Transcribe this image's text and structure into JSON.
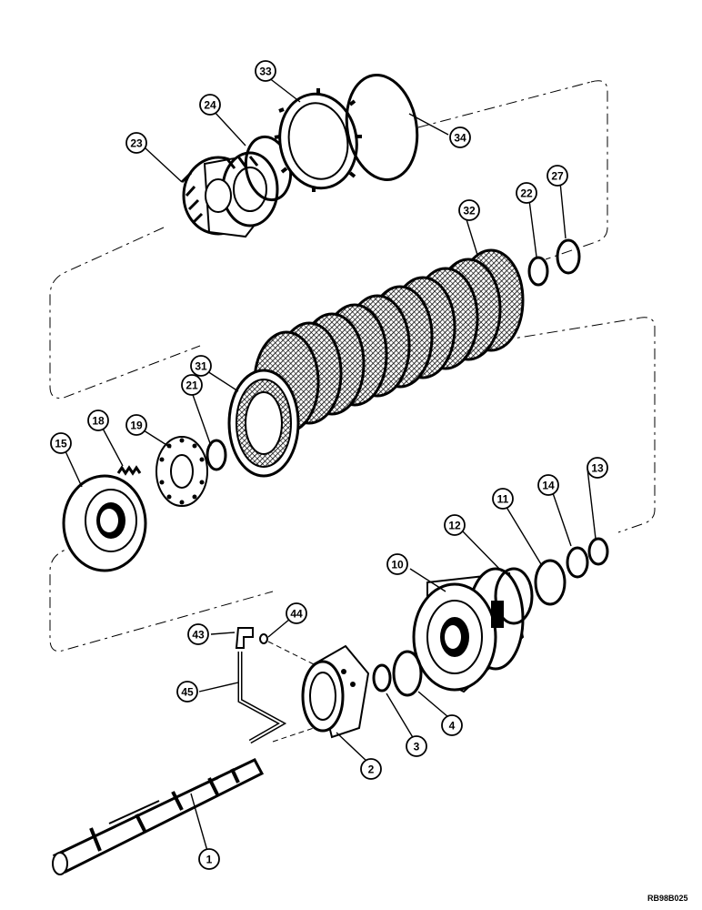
{
  "drawing_code": "RB98B025",
  "callouts": [
    {
      "id": "c1",
      "label": "1"
    },
    {
      "id": "c2",
      "label": "2"
    },
    {
      "id": "c3",
      "label": "3"
    },
    {
      "id": "c4",
      "label": "4"
    },
    {
      "id": "c10",
      "label": "10"
    },
    {
      "id": "c11",
      "label": "11"
    },
    {
      "id": "c12",
      "label": "12"
    },
    {
      "id": "c13",
      "label": "13"
    },
    {
      "id": "c14",
      "label": "14"
    },
    {
      "id": "c15",
      "label": "15"
    },
    {
      "id": "c18",
      "label": "18"
    },
    {
      "id": "c19",
      "label": "19"
    },
    {
      "id": "c21",
      "label": "21"
    },
    {
      "id": "c22",
      "label": "22"
    },
    {
      "id": "c23",
      "label": "23"
    },
    {
      "id": "c24",
      "label": "24"
    },
    {
      "id": "c27",
      "label": "27"
    },
    {
      "id": "c31",
      "label": "31"
    },
    {
      "id": "c32",
      "label": "32"
    },
    {
      "id": "c33",
      "label": "33"
    },
    {
      "id": "c34",
      "label": "34"
    },
    {
      "id": "c43",
      "label": "43"
    },
    {
      "id": "c44",
      "label": "44"
    },
    {
      "id": "c45",
      "label": "45"
    }
  ]
}
